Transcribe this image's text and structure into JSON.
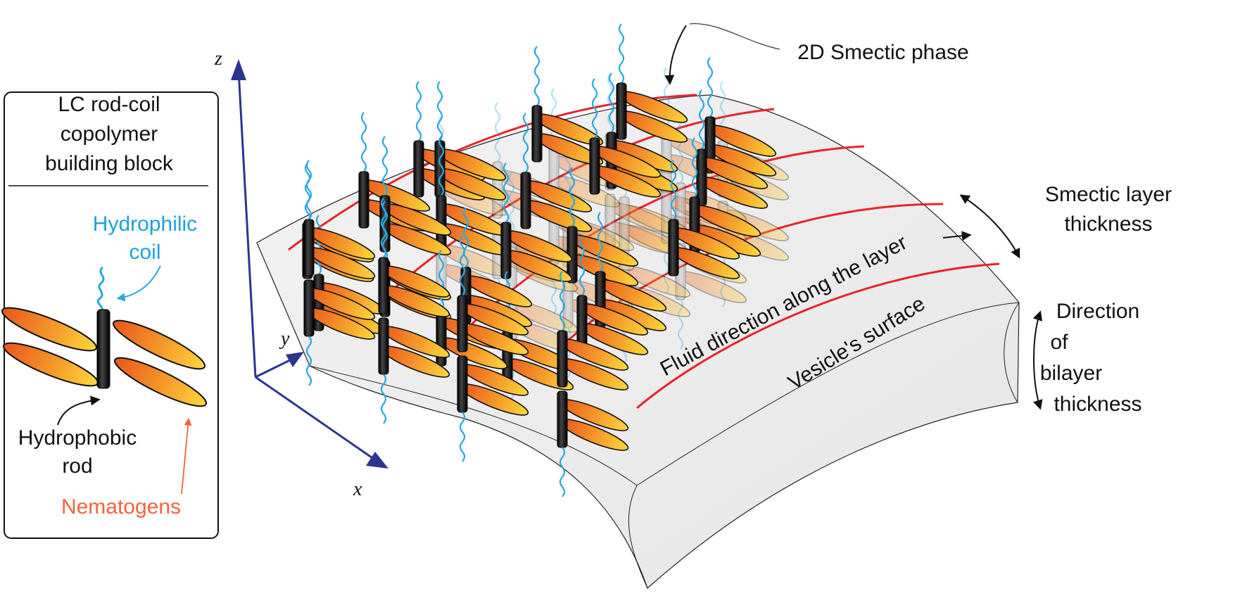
{
  "legend_box": {
    "title_line1": "LC rod-coil",
    "title_line2": "copolymer",
    "title_line3": "building block",
    "coil_line1": "Hydrophilic",
    "coil_line2": "coil",
    "rod_line1": "Hydrophobic",
    "rod_line2": "rod",
    "nematogens": "Nematogens"
  },
  "axes": {
    "z": "z",
    "y": "y",
    "x": "x"
  },
  "labels": {
    "smectic_phase": "2D Smectic phase",
    "layer_thickness_line1": "Smectic layer",
    "layer_thickness_line2": "thickness",
    "bilayer_line1": "Direction",
    "bilayer_line2": "of",
    "bilayer_line3": "bilayer",
    "bilayer_line4": "thickness",
    "fluid_direction": "Fluid direction along the layer",
    "vesicle_surface": "Vesicle's surface"
  },
  "colors": {
    "coil": "#29a8e0",
    "coil_text": "#1ea0dc",
    "nematogen_text": "#f0643c",
    "layer_line": "#e8232a",
    "axis": "#2b3590",
    "rod": "#111111",
    "nematogen_light": "#ffd23a",
    "nematogen_dark": "#e8561e"
  }
}
